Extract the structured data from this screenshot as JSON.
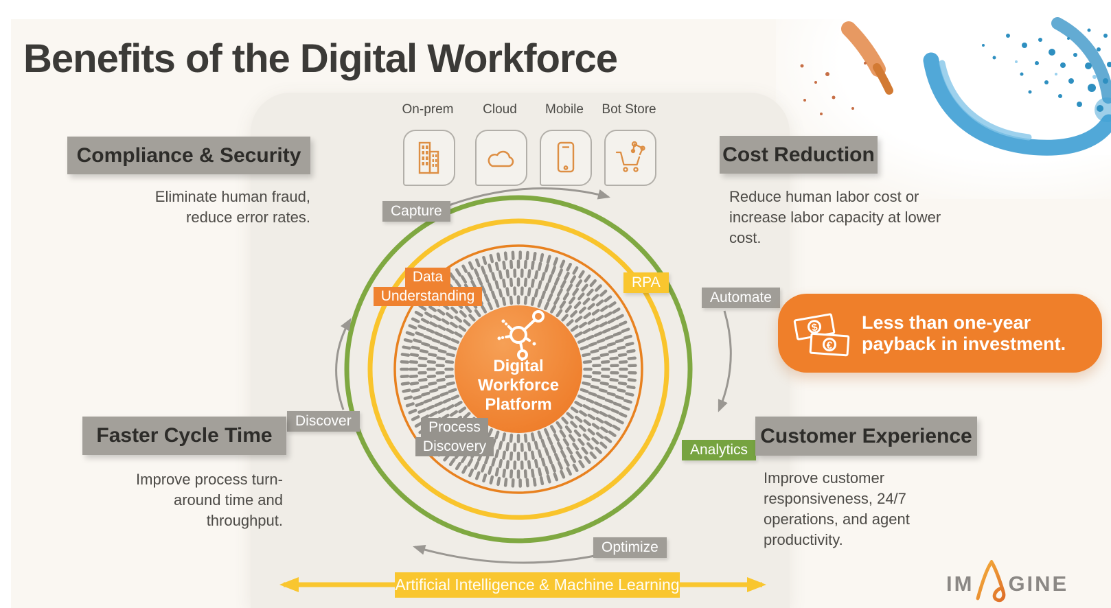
{
  "slide": {
    "title": "Benefits of the Digital Workforce",
    "platforms": [
      {
        "label": "On-prem"
      },
      {
        "label": "Cloud"
      },
      {
        "label": "Mobile"
      },
      {
        "label": "Bot Store"
      }
    ],
    "hub": {
      "title": "Digital Workforce Platform"
    },
    "stages": {
      "capture": "Capture",
      "automate": "Automate",
      "optimize": "Optimize",
      "discover": "Discover"
    },
    "capabilities": {
      "data_understanding": {
        "line1": "Data",
        "line2": "Understanding"
      },
      "rpa": "RPA",
      "process_discovery": {
        "line1": "Process",
        "line2": "Discovery"
      },
      "analytics": "Analytics"
    },
    "ai_bar": "Artificial Intelligence & Machine Learning",
    "benefits": [
      {
        "title": "Compliance & Security",
        "description": "Eliminate human fraud,\nreduce error rates."
      },
      {
        "title": "Cost Reduction",
        "description": "Reduce human labor cost or\nincrease labor capacity at lower\ncost."
      },
      {
        "title": "Faster Cycle Time",
        "description": "Improve process turn-\naround time and\nthroughput."
      },
      {
        "title": "Customer Experience",
        "description": "Improve customer\nresponsiveness, 24/7\noperations, and agent\nproductivity."
      }
    ],
    "callout": {
      "text": "Less than one-year\npayback in investment.",
      "currency_1": "$",
      "currency_2": "€"
    },
    "logo": {
      "prefix": "IM",
      "suffix": "GINE"
    },
    "colors": {
      "ring_green": "#7FA841",
      "ring_yellow": "#F9C42C",
      "ring_orange": "#E8811F",
      "hub_orange": "#EF7D2B",
      "callout_orange": "#EF7F2A",
      "label_gray": "#A09D97",
      "heading_gray": "#A3A09A",
      "analytics_green": "#76A340",
      "splash_blue": "#3E9FD4"
    }
  }
}
